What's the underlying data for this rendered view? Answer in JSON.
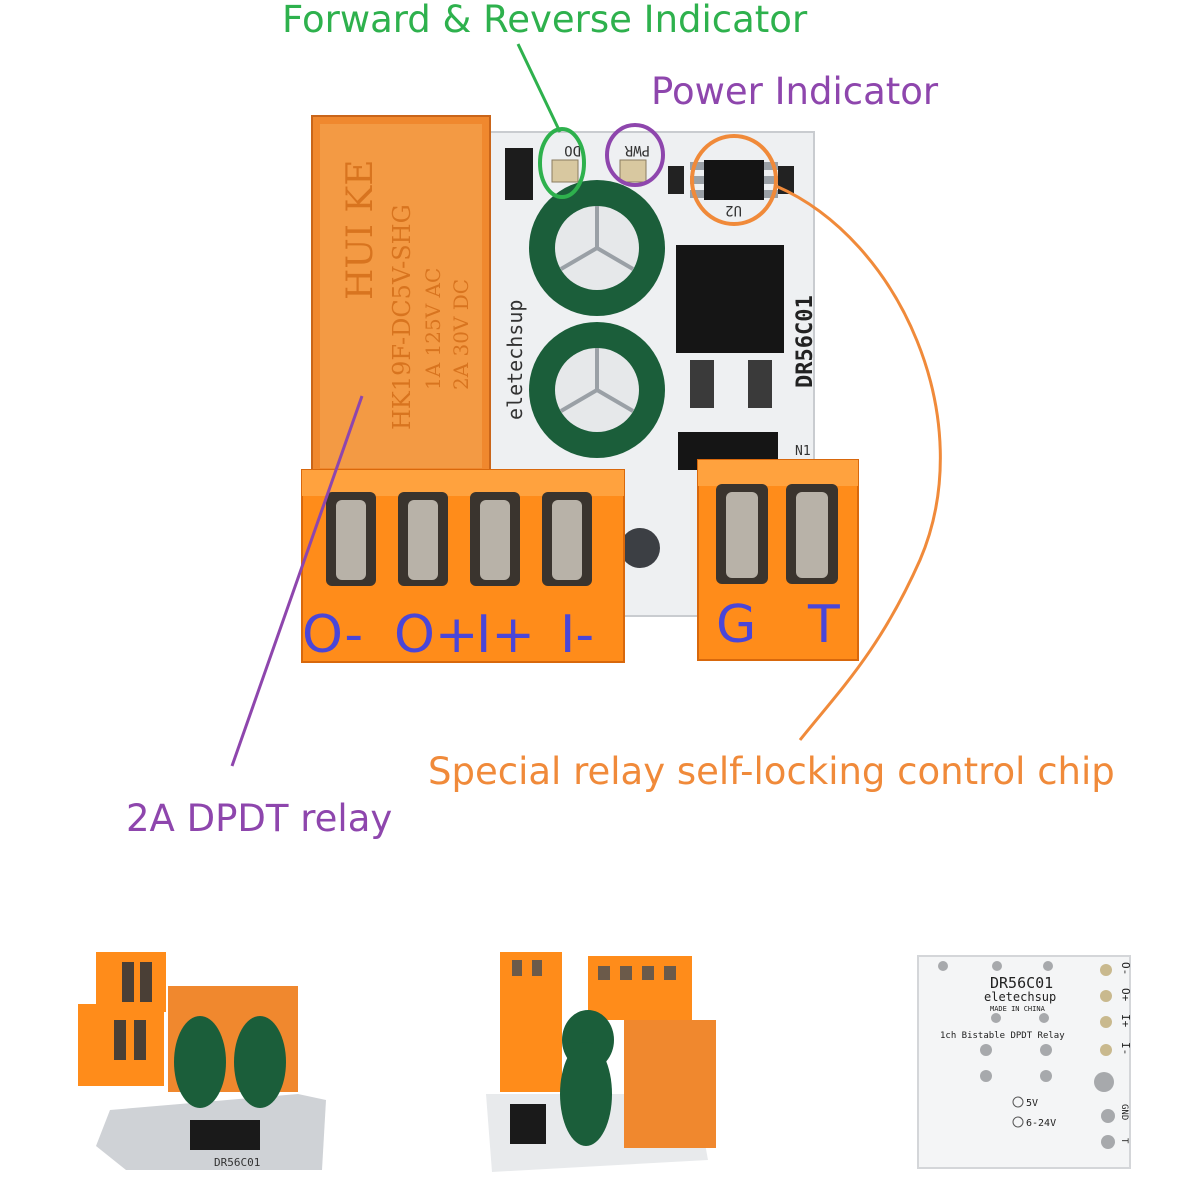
{
  "callouts": {
    "forward_reverse": "Forward & Reverse Indicator",
    "power": "Power Indicator",
    "chip": "Special relay self-locking control chip",
    "relay": "2A DPDT relay"
  },
  "terminals": {
    "o_minus": "O-",
    "o_plus": "O+",
    "i_plus": "I+",
    "i_minus": "I-",
    "g": "G",
    "t": "T"
  },
  "relay_marking": {
    "brand": "HUI KE",
    "model": "HK19F-DC5V-SHG",
    "rating1": "1A 125V AC",
    "rating2": "2A 30V DC"
  },
  "board": {
    "model": "DR56C01",
    "maker": "eletechsup",
    "do_label": "DO",
    "pwr_label": "PWR",
    "u2_label": "U2",
    "n1_label": "N1"
  },
  "back_board": {
    "model": "DR56C01",
    "maker": "eletechsup",
    "origin": "MADE IN CHINA",
    "desc": "1ch Bistable DPDT Relay",
    "v5": "5V",
    "v624": "6-24V",
    "pin_o_minus": "O-",
    "pin_o_plus": "O+",
    "pin_i_plus": "I+",
    "pin_i_minus": "I-",
    "pin_gnd": "GND",
    "pin_t": "T"
  },
  "side_marking": "DR56C01",
  "colors": {
    "green": "#2eb14d",
    "purple": "#8e46ad",
    "orange": "#f08a3a",
    "terminal": "#ff8c1a",
    "label_blue": "#4a46d8"
  }
}
